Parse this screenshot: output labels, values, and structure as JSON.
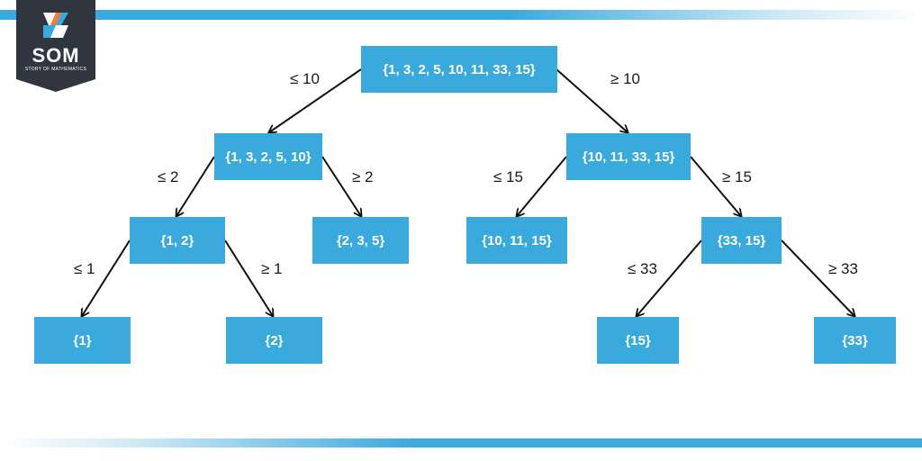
{
  "logo": {
    "name": "SOM",
    "tagline": "STORY OF MATHEMATICS",
    "bg_color": "#2f3640",
    "accent_color": "#3aa9dc",
    "highlight_color": "#f27b35"
  },
  "colors": {
    "node_fill": "#3aa9dc",
    "node_text": "#ffffff",
    "edge": "#111111",
    "band": "#3aa9dc"
  },
  "nodes": {
    "root": "{1, 3, 2, 5, 10, 11, 33, 15}",
    "left": "{1, 3, 2, 5, 10}",
    "right": "{10, 11, 33, 15}",
    "left_left": "{1, 2}",
    "left_right": "{2, 3, 5}",
    "right_left": "{10, 11, 15}",
    "right_right": "{33, 15}",
    "ll_left": "{1}",
    "ll_right": "{2}",
    "rr_left": "{15}",
    "rr_right": "{33}"
  },
  "edges": {
    "root_left": "≤ 10",
    "root_right": "≥ 10",
    "left_left": "≤ 2",
    "left_right": "≥ 2",
    "right_left": "≤ 15",
    "right_right": "≥ 15",
    "ll_left": "≤ 1",
    "ll_right": "≥ 1",
    "rr_left": "≤ 33",
    "rr_right": "≥ 33"
  }
}
